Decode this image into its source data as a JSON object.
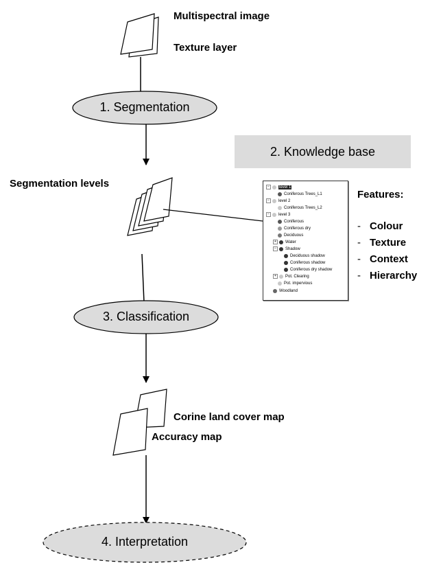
{
  "inputs": {
    "multispectral": "Multispectral image",
    "texture": "Texture layer"
  },
  "stages": {
    "segmentation": "1. Segmentation",
    "knowledge_base": "2. Knowledge base",
    "classification": "3. Classification",
    "interpretation": "4. Interpretation"
  },
  "segmentation_levels": "Segmentation levels",
  "outputs": {
    "corine": "Corine land cover map",
    "accuracy": "Accuracy map"
  },
  "class_tree": [
    {
      "label": "level 1",
      "toggle": "−",
      "color": "#c8c8c8",
      "selected": true
    },
    {
      "label": "Coniferous Trees_L1",
      "color": "#555555"
    },
    {
      "label": "level 2",
      "toggle": "−",
      "color": "#c8c8c8"
    },
    {
      "label": "Coniferous Trees_L2",
      "color": "#c8c8c8"
    },
    {
      "label": "level 3",
      "toggle": "−",
      "color": "#c8c8c8"
    },
    {
      "label": "Coniferous",
      "color": "#555555"
    },
    {
      "label": "Coniferous dry",
      "color": "#9a9a9a"
    },
    {
      "label": "Deciduous",
      "color": "#777777"
    },
    {
      "label": "Water",
      "toggle": "+",
      "color": "#333333"
    },
    {
      "label": "Shadow",
      "toggle": "−",
      "color": "#333333"
    },
    {
      "label": "Deciduous shadow",
      "color": "#333333"
    },
    {
      "label": "Coniferous shadow",
      "color": "#333333"
    },
    {
      "label": "Coniferous dry shadow",
      "color": "#333333"
    },
    {
      "label": "Pot. Clearing",
      "toggle": "+",
      "color": "#c8c8c8"
    },
    {
      "label": "Pot. impervious",
      "color": "#c8c8c8"
    },
    {
      "label": "Woodland",
      "color": "#666666"
    }
  ],
  "features": {
    "title": "Features:",
    "items": [
      "Colour",
      "Texture",
      "Context",
      "Hierarchy"
    ]
  }
}
